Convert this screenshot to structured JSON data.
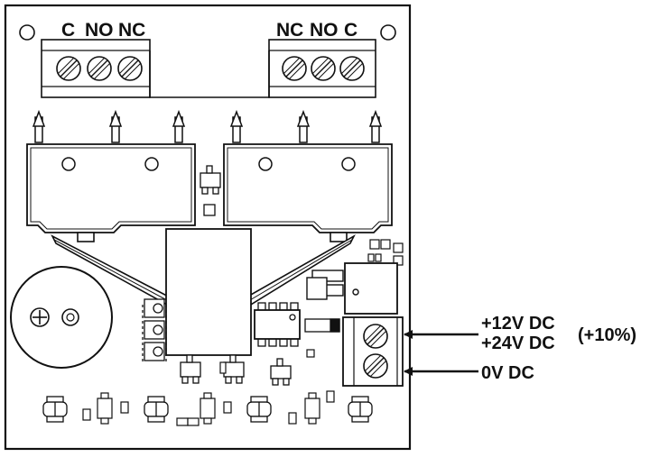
{
  "terminals": {
    "left": [
      "C",
      "NO",
      "NC"
    ],
    "right": [
      "NC",
      "NO",
      "C"
    ]
  },
  "power": {
    "supply_12v": "+12V DC",
    "supply_24v": "+24V DC",
    "tolerance": "(+10%)",
    "ground": "0V DC"
  },
  "colors": {
    "line": "#111111",
    "board": "#ffffff",
    "body": "#ffffff"
  }
}
